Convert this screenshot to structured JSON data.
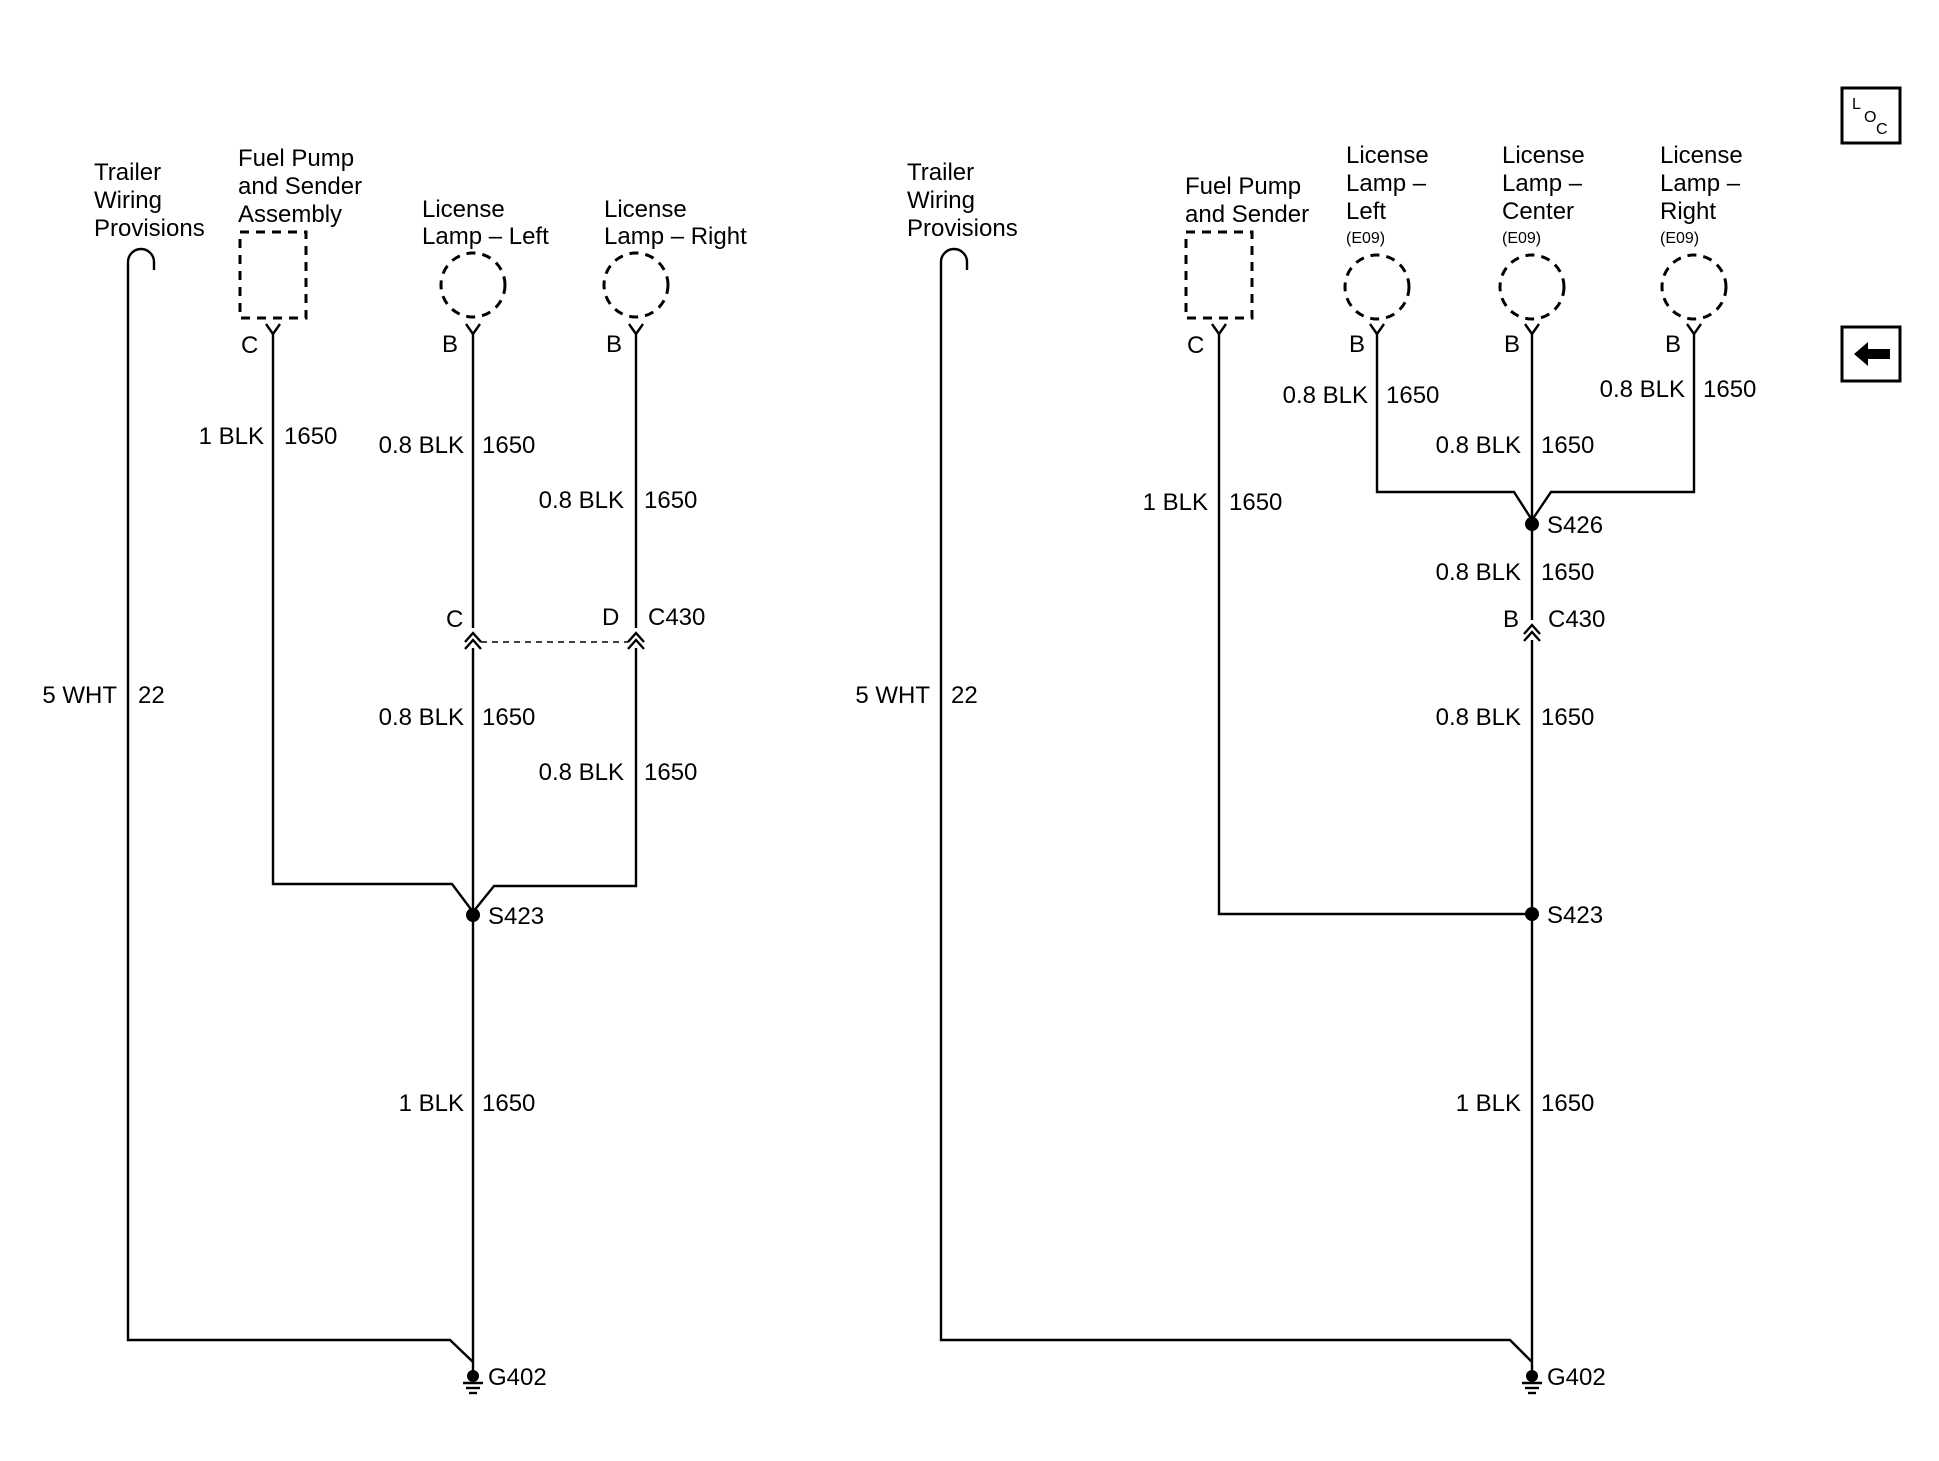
{
  "left": {
    "trailer_label": [
      "Trailer",
      "Wiring",
      "Provisions"
    ],
    "fuel_pump_label": [
      "Fuel Pump",
      "and Sender",
      "Assembly"
    ],
    "license_left_label": [
      "License",
      "Lamp – Left"
    ],
    "license_right_label": [
      "License",
      "Lamp – Right"
    ],
    "pins": {
      "fuel": "C",
      "lamp_left": "B",
      "lamp_right": "B",
      "c430_left": "C",
      "c430_right": "D"
    },
    "wires": {
      "fuel_color": "1 BLK",
      "fuel_circuit": "1650",
      "lamp_left_upper_color": "0.8 BLK",
      "lamp_left_upper_circuit": "1650",
      "lamp_right_upper_color": "0.8 BLK",
      "lamp_right_upper_circuit": "1650",
      "lamp_left_lower_color": "0.8 BLK",
      "lamp_left_lower_circuit": "1650",
      "lamp_right_lower_color": "0.8 BLK",
      "lamp_right_lower_circuit": "1650",
      "trailer_color": "5 WHT",
      "trailer_circuit": "22",
      "ground_color": "1 BLK",
      "ground_circuit": "1650"
    },
    "connector": "C430",
    "splice": "S423",
    "ground": "G402"
  },
  "right": {
    "trailer_label": [
      "Trailer",
      "Wiring",
      "Provisions"
    ],
    "fuel_pump_label": [
      "Fuel Pump",
      "and Sender"
    ],
    "license_left_label": [
      "License",
      "Lamp –",
      "Left"
    ],
    "license_center_label": [
      "License",
      "Lamp –",
      "Center"
    ],
    "license_right_label": [
      "License",
      "Lamp –",
      "Right"
    ],
    "option_code": "(E09)",
    "pins": {
      "fuel": "C",
      "lamp_left": "B",
      "lamp_center": "B",
      "lamp_right": "B",
      "c430": "B"
    },
    "wires": {
      "lamp_left_color": "0.8 BLK",
      "lamp_left_circuit": "1650",
      "lamp_right_color": "0.8 BLK",
      "lamp_right_circuit": "1650",
      "lamp_center_color": "0.8 BLK",
      "lamp_center_circuit": "1650",
      "fuel_color": "1 BLK",
      "fuel_circuit": "1650",
      "s426_c430_color": "0.8 BLK",
      "s426_c430_circuit": "1650",
      "c430_s423_color": "0.8 BLK",
      "c430_s423_circuit": "1650",
      "trailer_color": "5 WHT",
      "trailer_circuit": "22",
      "ground_color": "1 BLK",
      "ground_circuit": "1650"
    },
    "splice_upper": "S426",
    "connector": "C430",
    "splice": "S423",
    "ground": "G402"
  },
  "nav": {
    "loc_letters": [
      "L",
      "O",
      "C"
    ],
    "back_icon": "left-arrow-icon"
  }
}
